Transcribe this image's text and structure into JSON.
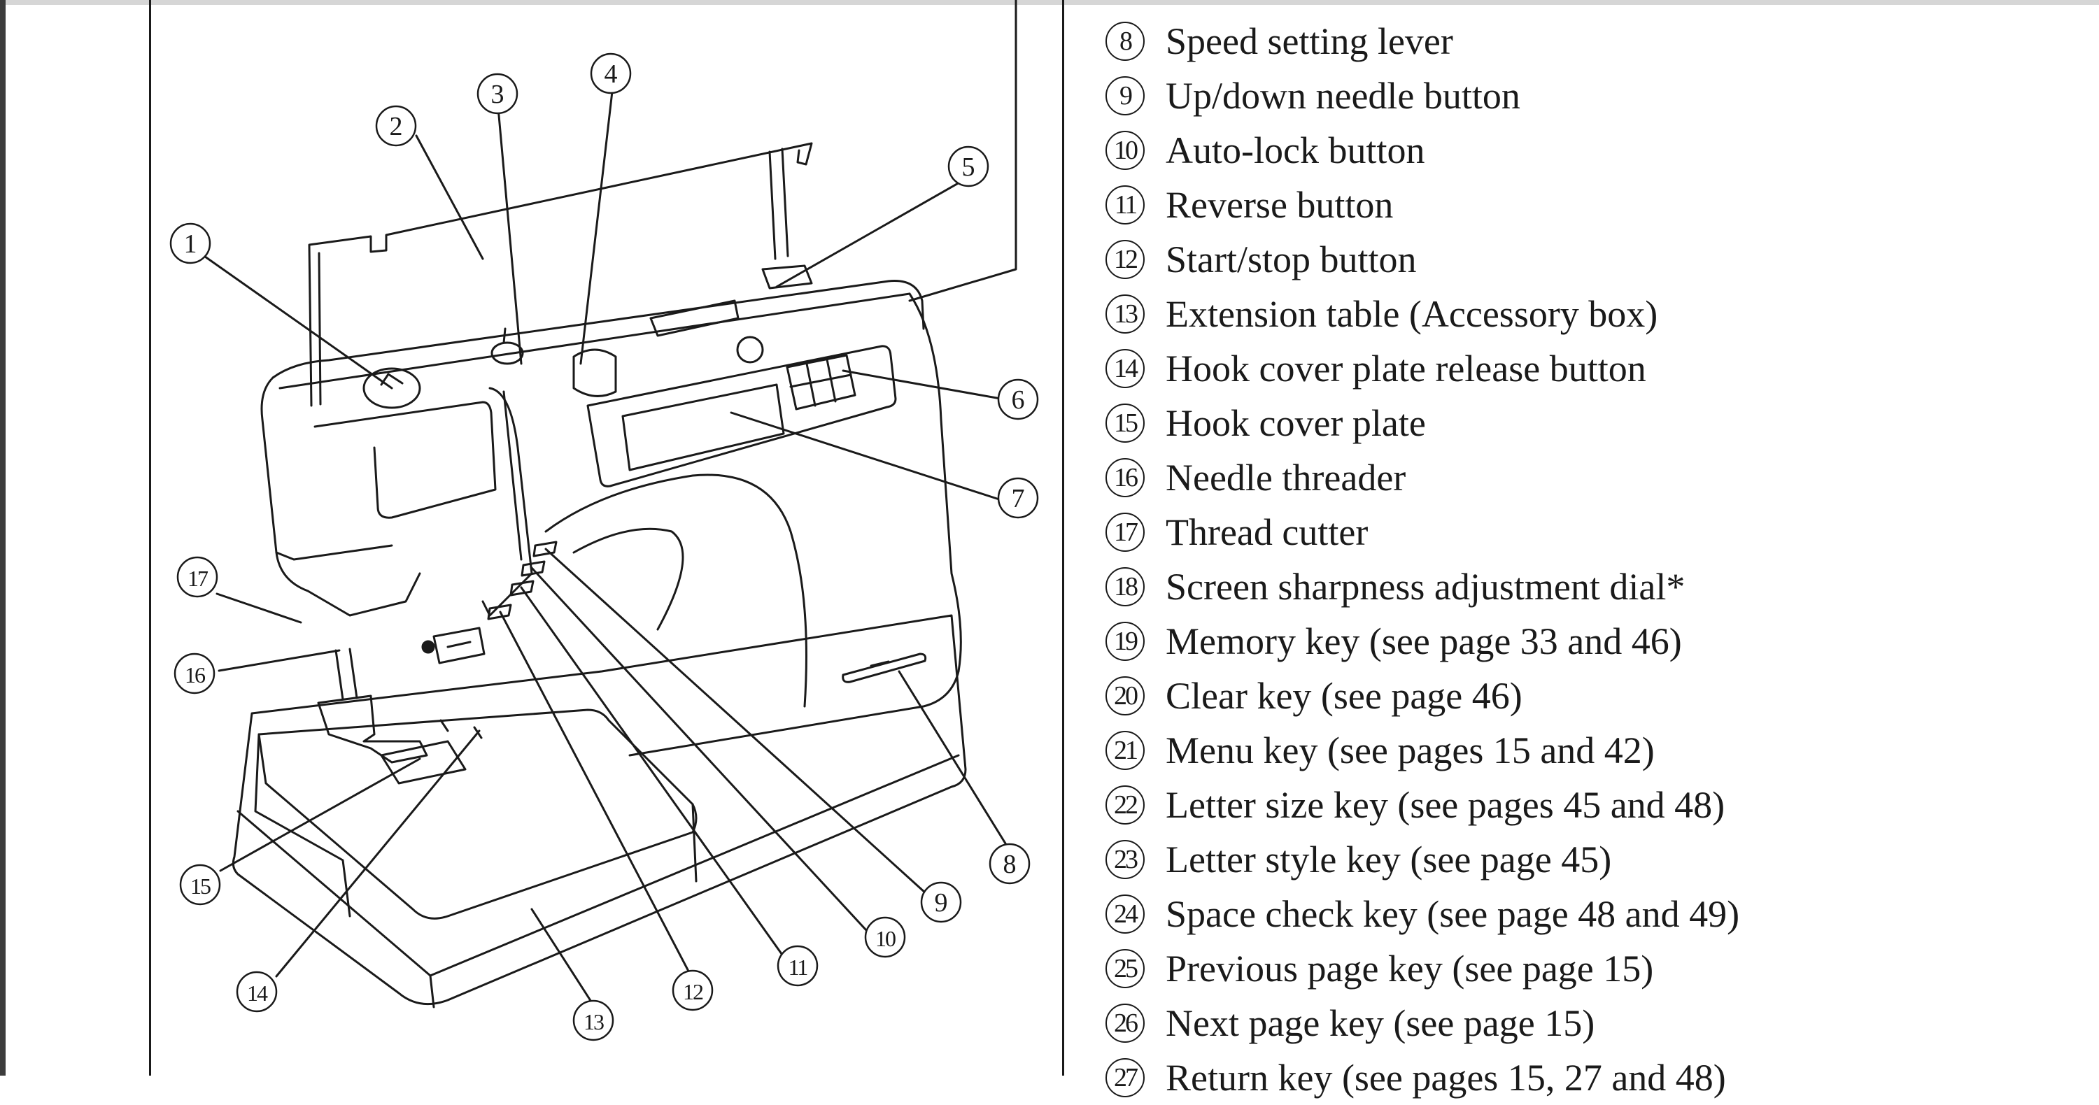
{
  "callouts": [
    "1",
    "2",
    "3",
    "4",
    "5",
    "6",
    "7",
    "8",
    "9",
    "10",
    "11",
    "12",
    "13",
    "14",
    "15",
    "16",
    "17"
  ],
  "parts": [
    {
      "num": "8",
      "label": "Speed setting lever"
    },
    {
      "num": "9",
      "label": "Up/down needle button"
    },
    {
      "num": "10",
      "label": "Auto-lock button"
    },
    {
      "num": "11",
      "label": "Reverse button"
    },
    {
      "num": "12",
      "label": "Start/stop button"
    },
    {
      "num": "13",
      "label": "Extension table (Accessory box)"
    },
    {
      "num": "14",
      "label": "Hook cover plate release button"
    },
    {
      "num": "15",
      "label": "Hook cover plate"
    },
    {
      "num": "16",
      "label": "Needle threader"
    },
    {
      "num": "17",
      "label": "Thread cutter"
    },
    {
      "num": "18",
      "label": "Screen sharpness adjustment dial*"
    },
    {
      "num": "19",
      "label": "Memory key (see page 33 and 46)"
    },
    {
      "num": "20",
      "label": "Clear key (see page 46)"
    },
    {
      "num": "21",
      "label": "Menu key (see pages 15 and 42)"
    },
    {
      "num": "22",
      "label": "Letter size key (see pages 45 and 48)"
    },
    {
      "num": "23",
      "label": "Letter style key (see page 45)"
    },
    {
      "num": "24",
      "label": "Space check key (see page 48 and 49)"
    },
    {
      "num": "25",
      "label": "Previous page key (see page 15)"
    },
    {
      "num": "26",
      "label": "Next page key (see page 15)"
    },
    {
      "num": "27",
      "label": "Return key (see pages 15, 27 and 48)"
    }
  ]
}
